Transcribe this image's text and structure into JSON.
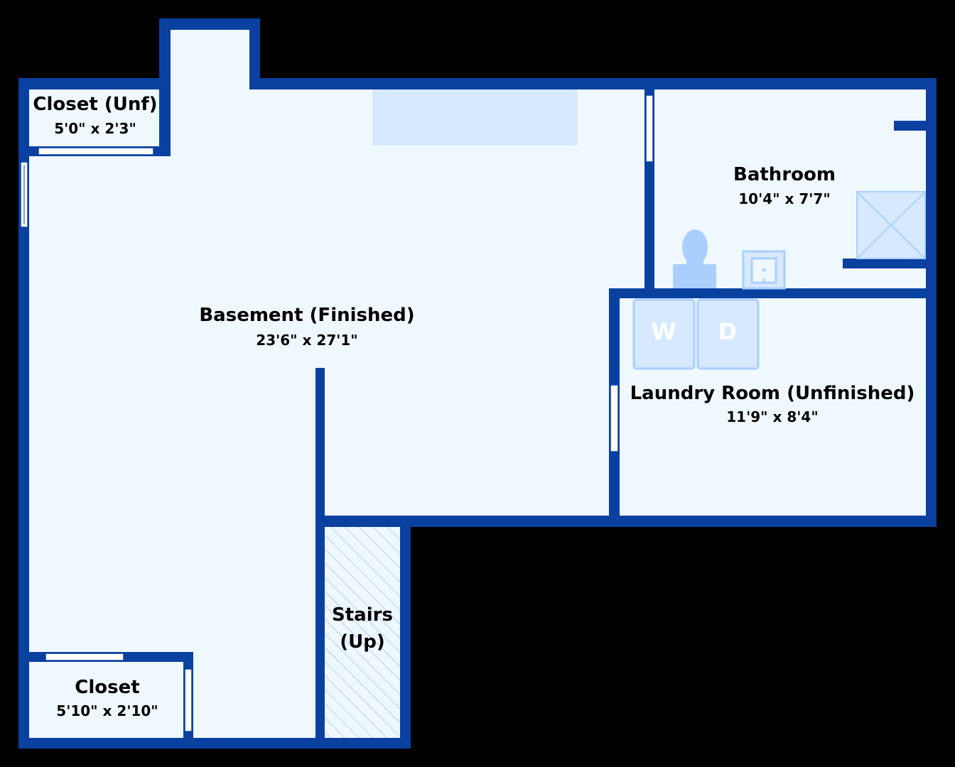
{
  "colors": {
    "background": "#000000",
    "wall": "#0a41a0",
    "floor": "#f0f8ff",
    "fixture": "#aacfff",
    "fixture_fill": "#d6e9ff",
    "opening": "#ffffff"
  },
  "rooms": {
    "closet_unf": {
      "name": "Closet (Unf)",
      "dims": "5'0\" x 2'3\""
    },
    "basement": {
      "name": "Basement (Finished)",
      "dims": "23'6\" x 27'1\""
    },
    "bathroom": {
      "name": "Bathroom",
      "dims": "10'4\" x 7'7\""
    },
    "laundry": {
      "name": "Laundry Room (Unfinished)",
      "dims": "11'9\" x 8'4\""
    },
    "stairs": {
      "name_line1": "Stairs",
      "name_line2": "(Up)"
    },
    "closet": {
      "name": "Closet",
      "dims": "5'10\" x 2'10\""
    }
  },
  "appliances": {
    "washer": "W",
    "dryer": "D"
  }
}
